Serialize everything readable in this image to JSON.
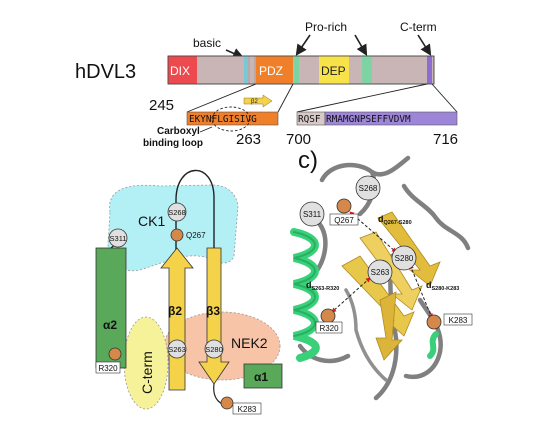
{
  "panel_c_label": "c)",
  "domain_map": {
    "protein": "hDVL3",
    "start": "245",
    "tick_263": "263",
    "tick_700": "700",
    "end": "716",
    "regions": {
      "basic": "basic",
      "prorich": "Pro-rich",
      "cterm": "C-term"
    },
    "domains": {
      "dix": "DIX",
      "pdz": "PDZ",
      "dep": "DEP"
    },
    "seq_pdz": "EKYNFLGISIVG",
    "seq_cterm_prefix": "RQSF",
    "seq_cterm_main": "RMAMGNPSEFFVDVM",
    "beta_label": "β2",
    "loop_label_line1": "Carboxyl",
    "loop_label_line2": "binding loop"
  },
  "topology": {
    "ck1": "CK1",
    "nek2": "NEK2",
    "cterm": "C-term",
    "alpha1": "α1",
    "alpha2": "α2",
    "beta2": "β2",
    "beta3": "β3",
    "residues": {
      "s268": "S268",
      "s311": "S311",
      "q267": "Q267",
      "s263": "S263",
      "s280": "S280",
      "r320": "R320",
      "k283": "K283"
    }
  },
  "structure": {
    "residues": {
      "s268": "S268",
      "s311": "S311",
      "q267": "Q267",
      "s280": "S280",
      "s263": "S263",
      "r320": "R320",
      "k283": "K283"
    },
    "dist1_main": "d",
    "dist1_sub": "Q267-S280",
    "dist2_main": "d",
    "dist2_sub": "S263-R320",
    "dist3_main": "d",
    "dist3_sub": "S280-K283"
  },
  "colors": {
    "dix": "#ec4a4f",
    "pdz": "#f07f2a",
    "dep": "#f8e24a",
    "linker": "#c9b5b5",
    "basic_stripe": "#7ac7d6",
    "teal_stripe": "#7fd3a2",
    "cterm_stripe": "#8c6ed1",
    "cyan_region": "#b3f0f6",
    "peach_region": "#f7c4a8",
    "yellow_region": "#f6f29a",
    "helix_green": "#5aa95a",
    "strand_yellow": "#f4d24a",
    "residue_orange": "#d4884a",
    "residue_gray": "#e0e0e0",
    "helix3d_green": "#39d07a",
    "sheet3d_yellow": "#e8c84a",
    "arrow_red": "#e01919"
  }
}
